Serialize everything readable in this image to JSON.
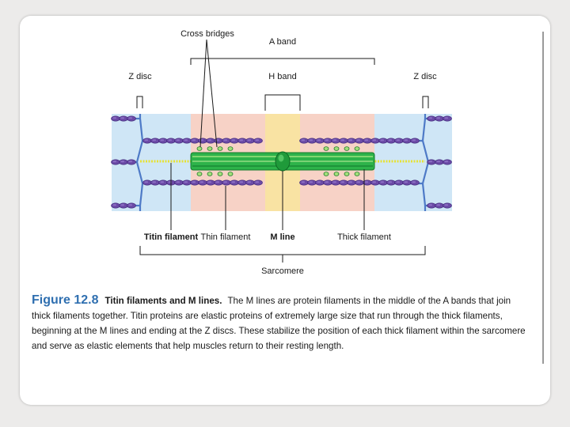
{
  "labels": {
    "cross_bridges": "Cross bridges",
    "a_band": "A band",
    "z_disc_left": "Z disc",
    "z_disc_right": "Z disc",
    "h_band": "H band",
    "titin_filament": "Titin filament",
    "thin_filament": "Thin filament",
    "m_line": "M line",
    "thick_filament": "Thick filament",
    "sarcomere": "Sarcomere"
  },
  "caption": {
    "figure_number": "Figure 12.8",
    "title": "Titin filaments and M lines.",
    "body": "The M lines are protein filaments in the middle of the A bands that join thick filaments together. Titin proteins are elastic proteins of extremely large size that run through the thick filaments, beginning at the M lines and ending at the Z discs. These stabilize the position of each thick filament within the sarcomere and serve as elastic elements that help muscles return to their resting length."
  },
  "colors": {
    "i_band": "#cfe6f6",
    "a_band": "#f7d2c6",
    "h_band": "#f9e3a3",
    "thin_filament": "#6b4aa6",
    "thick_filament": "#2db34a",
    "titin": "#e7e233",
    "z_disc": "#4e7ac7",
    "figure_number": "#2f6fb0"
  }
}
